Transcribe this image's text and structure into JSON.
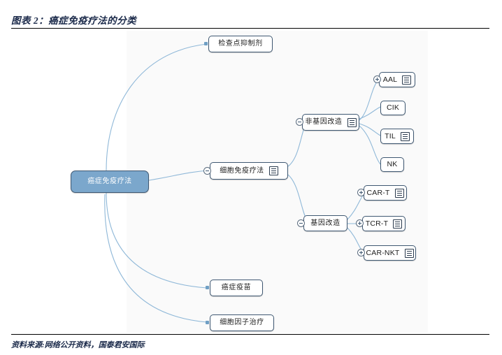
{
  "header": {
    "title": "图表 2：癌症免疫疗法的分类"
  },
  "footer": {
    "source": "资料来源:网络公开资料，国泰君安国际"
  },
  "colors": {
    "root_fill": "#7ba7cc",
    "node_border": "#3f5872",
    "node_fill": "#ffffff",
    "connector": "#8fb8d8",
    "canvas_bg": "#fafafa",
    "rule": "#000000",
    "title_text": "#1b2a4a"
  },
  "mindmap": {
    "root": {
      "label": "癌症免疫疗法",
      "has_note": false,
      "toggle": "none"
    },
    "branches": [
      {
        "id": "checkpoint-inhibitors",
        "label": "检查点抑制剂",
        "has_note": false,
        "toggle": "none"
      },
      {
        "id": "cell-immunotherapy",
        "label": "细胞免疫疗法",
        "has_note": true,
        "toggle": "minus",
        "children": [
          {
            "id": "non-gene-modified",
            "label": "非基因改造",
            "has_note": true,
            "toggle": "minus",
            "children": [
              {
                "id": "aal",
                "label": "AAL",
                "has_note": true,
                "toggle": "plus"
              },
              {
                "id": "cik",
                "label": "CIK",
                "has_note": false,
                "toggle": "none"
              },
              {
                "id": "til",
                "label": "TIL",
                "has_note": true,
                "toggle": "none"
              },
              {
                "id": "nk",
                "label": "NK",
                "has_note": false,
                "toggle": "none"
              }
            ]
          },
          {
            "id": "gene-modified",
            "label": "基因改造",
            "has_note": false,
            "toggle": "minus",
            "children": [
              {
                "id": "car-t",
                "label": "CAR-T",
                "has_note": true,
                "toggle": "plus"
              },
              {
                "id": "tcr-t",
                "label": "TCR-T",
                "has_note": true,
                "toggle": "plus"
              },
              {
                "id": "car-nkt",
                "label": "CAR-NKT",
                "has_note": true,
                "toggle": "plus"
              }
            ]
          }
        ]
      },
      {
        "id": "cancer-vaccine",
        "label": "癌症疫苗",
        "has_note": false,
        "toggle": "none"
      },
      {
        "id": "cytokine-therapy",
        "label": "细胞因子治疗",
        "has_note": false,
        "toggle": "none"
      }
    ]
  }
}
